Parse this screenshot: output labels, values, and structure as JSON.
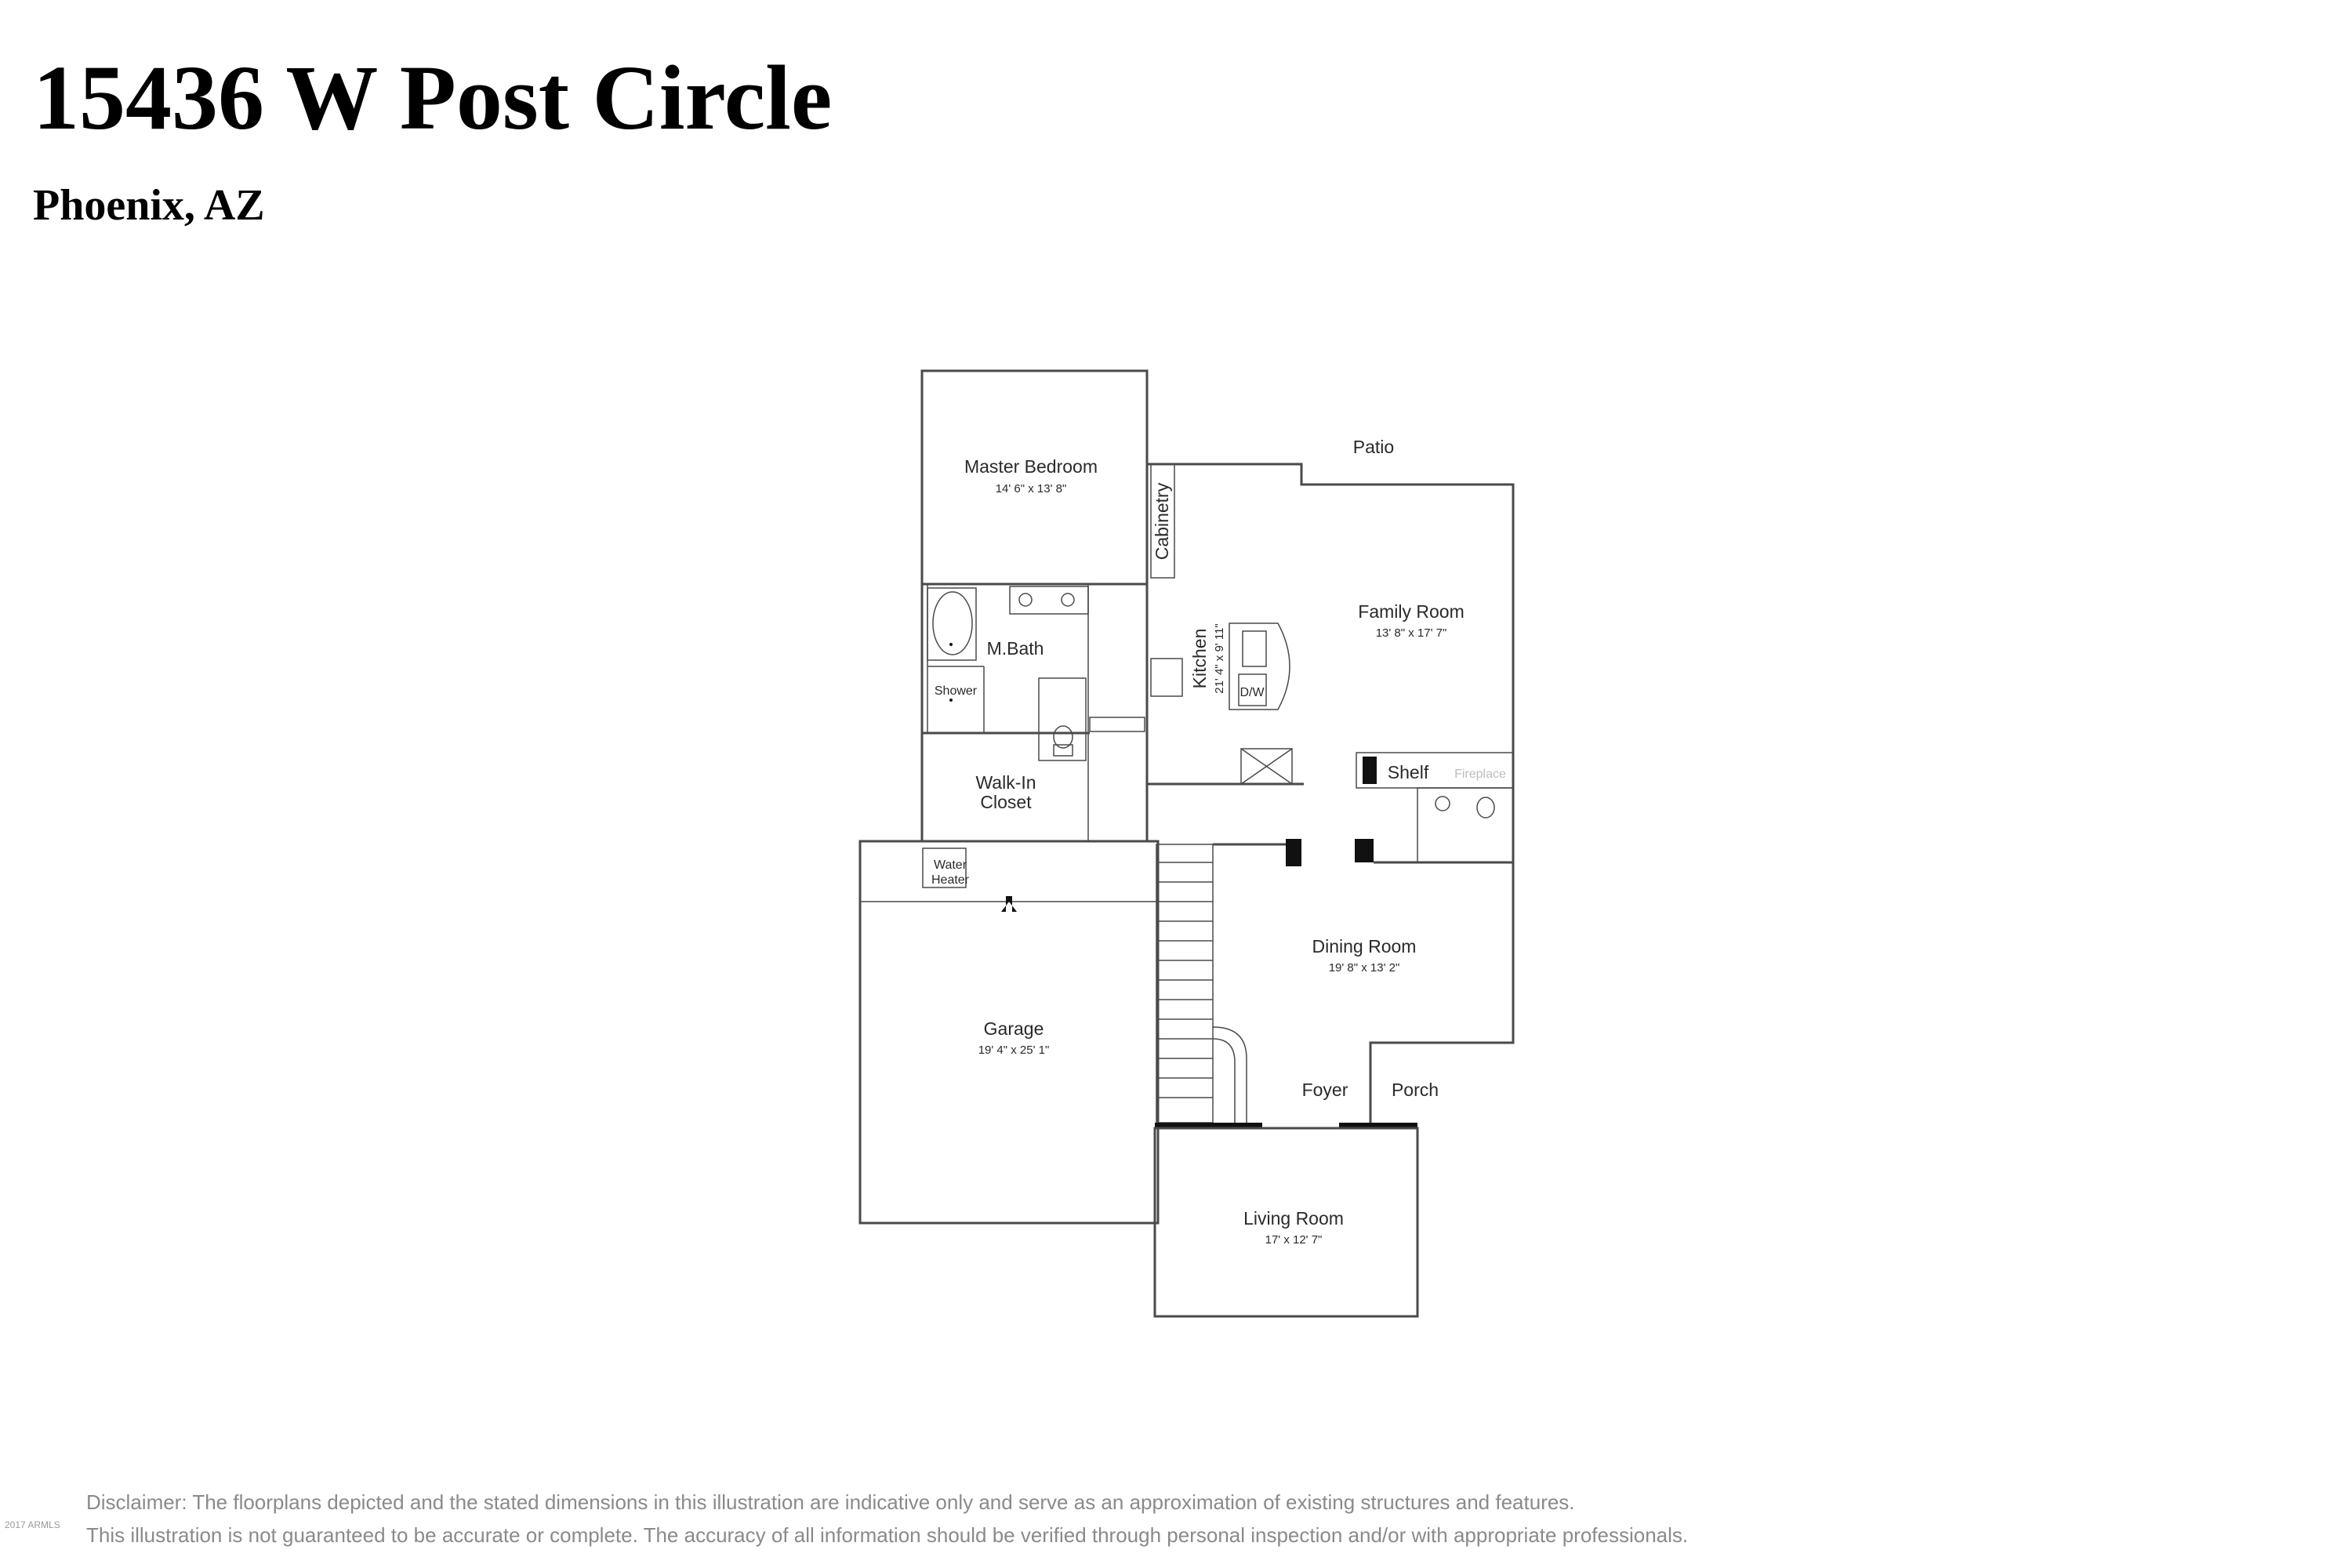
{
  "header": {
    "address": "15436 W Post Circle",
    "city": "Phoenix, AZ"
  },
  "rooms": {
    "master_bedroom": {
      "name": "Master Bedroom",
      "dims": "14' 6\" x 13' 8\""
    },
    "master_bath": {
      "name": "M.Bath"
    },
    "shower": {
      "name": "Shower"
    },
    "walk_in_closet": {
      "line1": "Walk-In",
      "line2": "Closet"
    },
    "cabinetry": {
      "name": "Cabinetry"
    },
    "kitchen": {
      "name": "Kitchen",
      "dims": "21' 4\" x 9' 11\""
    },
    "dishwasher": {
      "name": "D/W"
    },
    "patio": {
      "name": "Patio"
    },
    "family_room": {
      "name": "Family Room",
      "dims": "13' 8\" x 17' 7\""
    },
    "shelf": {
      "name": "Shelf"
    },
    "fireplace": {
      "name": "Fireplace"
    },
    "water_heater": {
      "line1": "Water",
      "line2": "Heater"
    },
    "garage": {
      "name": "Garage",
      "dims": "19' 4\" x 25' 1\""
    },
    "dining_room": {
      "name": "Dining Room",
      "dims": "19' 8\" x 13' 2\""
    },
    "foyer": {
      "name": "Foyer"
    },
    "porch": {
      "name": "Porch"
    },
    "living_room": {
      "name": "Living Room",
      "dims": "17' x 12' 7\""
    }
  },
  "footer": {
    "disclaimer_line1": "Disclaimer: The floorplans depicted and the stated dimensions in this illustration are indicative only and serve as an approximation of existing structures and features.",
    "disclaimer_line2": "This illustration is not guaranteed to be accurate or complete. The accuracy of all information should be verified through personal inspection and/or with appropriate professionals.",
    "copyright": "2017 ARMLS"
  }
}
